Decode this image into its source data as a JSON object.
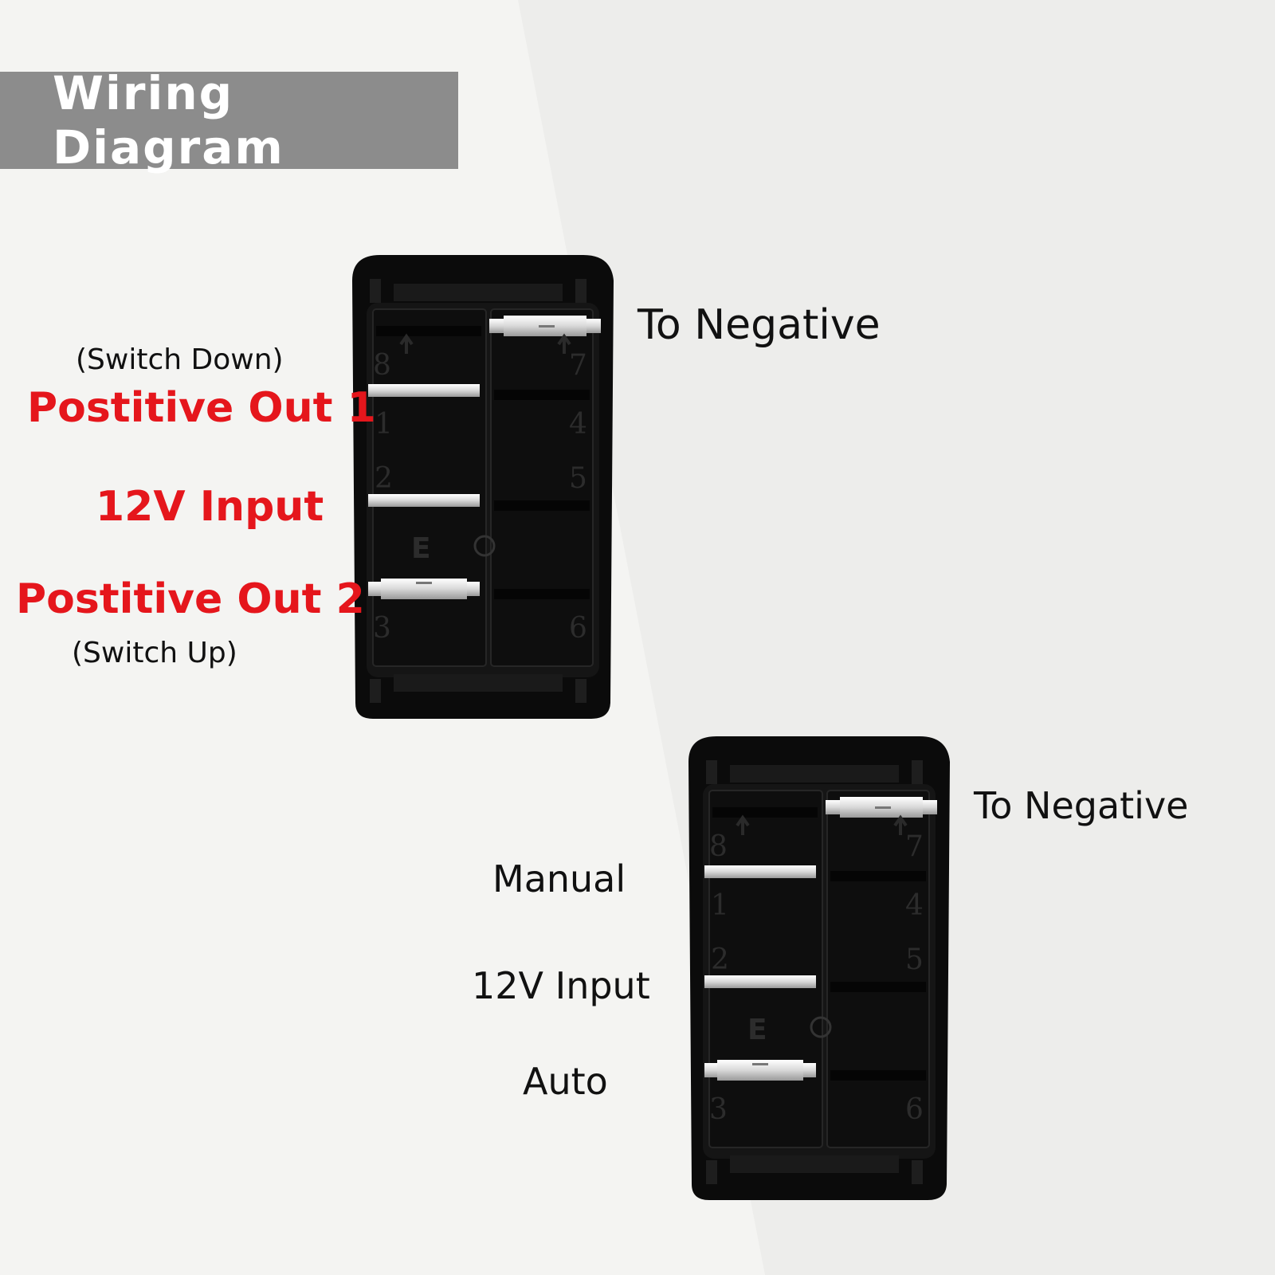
{
  "title": "Wiring Diagram",
  "switch_top": {
    "to_negative": "To Negative",
    "switch_down": "(Switch Down)",
    "positive_out_1": "Postitive Out 1",
    "input_12v": "12V Input",
    "positive_out_2": "Postitive Out 2",
    "switch_up": "(Switch Up)"
  },
  "switch_bottom": {
    "to_negative": "To Negative",
    "manual": "Manual",
    "input_12v": "12V Input",
    "auto": "Auto"
  },
  "pin_numbers": [
    "8",
    "7",
    "1",
    "4",
    "2",
    "5",
    "E",
    "3",
    "6"
  ],
  "colors": {
    "background": "#ececea",
    "title_bar": "#8c8c8c",
    "title_text": "#ffffff",
    "red_label": "#e5161c",
    "switch_body": "#0b0b0b",
    "terminal": "#e0e0e0"
  }
}
